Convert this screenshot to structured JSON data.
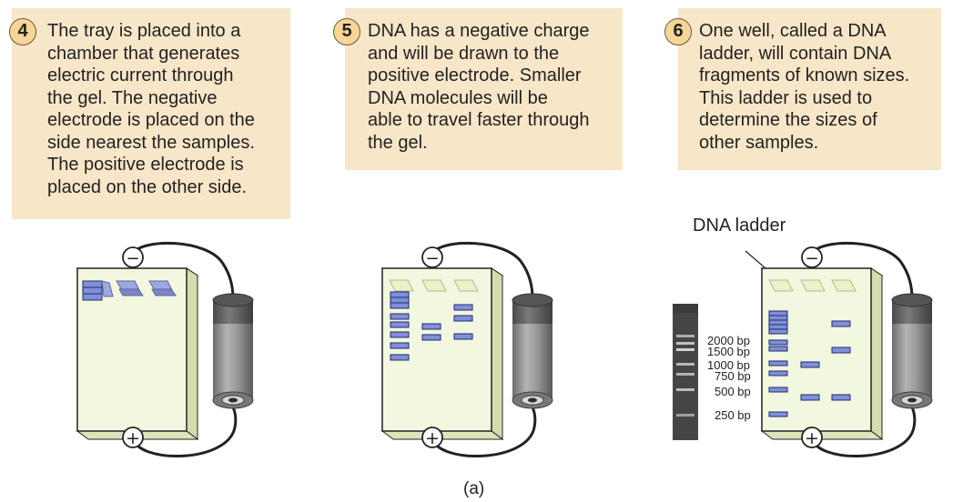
{
  "steps": [
    {
      "number": "4",
      "lines": [
        "The tray is placed into a",
        "chamber that generates",
        "electric current through",
        "the gel. The negative",
        "electrode is placed on the",
        "side nearest the samples.",
        "The positive electrode is",
        "placed on the other side."
      ]
    },
    {
      "number": "5",
      "lines": [
        "DNA has a negative charge",
        "and will be drawn to the",
        "positive electrode. Smaller",
        "DNA molecules will be",
        "able to travel faster through",
        "the gel."
      ]
    },
    {
      "number": "6",
      "lines": [
        "One well, called a DNA",
        "ladder, will contain DNA",
        "fragments of known sizes.",
        "This ladder is used to",
        "determine the sizes of",
        "other samples."
      ]
    }
  ],
  "electrode_symbols": {
    "negative": "−",
    "positive": "+"
  },
  "ladder": {
    "callout": "DNA ladder",
    "size_labels": [
      "2000 bp",
      "1500 bp",
      "1000 bp",
      "750 bp",
      "500 bp",
      "250 bp"
    ]
  },
  "caption": "(a)",
  "colors": {
    "step_box": "#f8e6c8",
    "step_badge": "#f6d596",
    "gel": "#f2f7df",
    "band": "#8090d8",
    "battery": "#8c8c8c"
  },
  "icons": [
    "minus-electrode-icon",
    "plus-electrode-icon",
    "battery-icon",
    "gel-tray-icon"
  ]
}
